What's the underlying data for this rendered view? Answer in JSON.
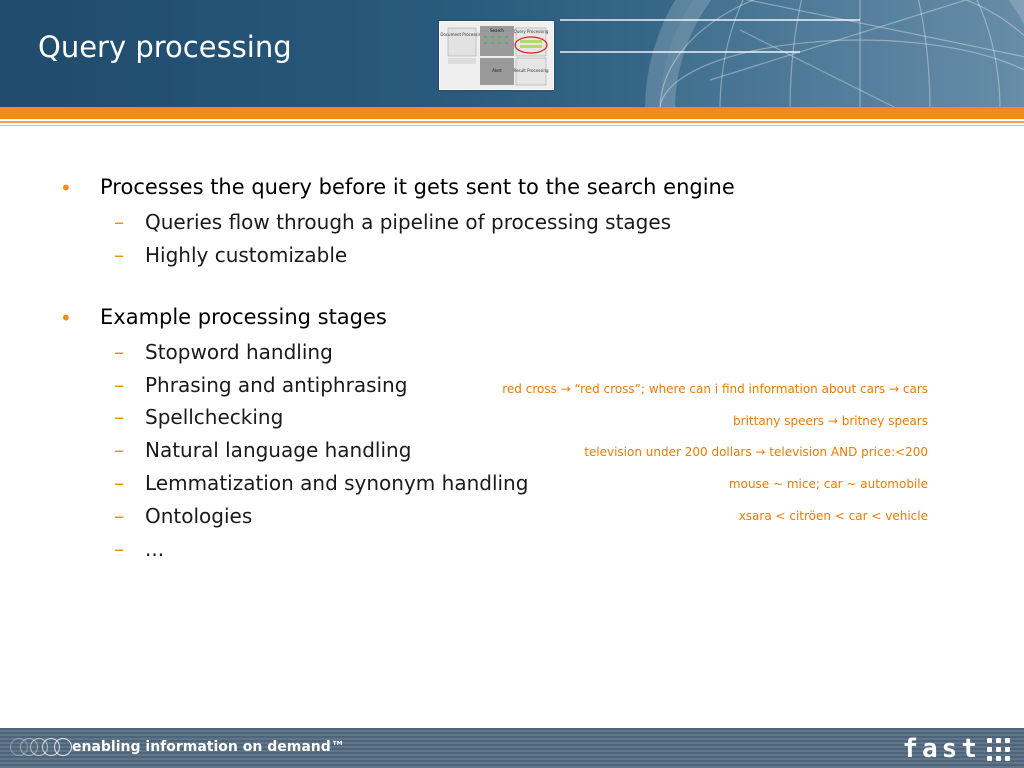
{
  "slide": {
    "title": "Query processing"
  },
  "bullets": [
    {
      "text": "Processes the query before it gets sent to the search engine",
      "sub": [
        "Queries flow through a pipeline of processing stages",
        "Highly customizable"
      ]
    },
    {
      "text": "Example processing stages",
      "sub": [
        "Stopword handling",
        "Phrasing and antiphrasing",
        "Spellchecking",
        "Natural language handling",
        "Lemmatization and synonym handling",
        "Ontologies",
        "..."
      ]
    }
  ],
  "examples": [
    "red cross → “red cross”; where can i find information about cars → cars",
    "brittany speers → britney spears",
    "television under 200 dollars → television AND price:<200",
    "mouse ~ mice; car ~ automobile",
    "xsara < citröen < car < vehicle"
  ],
  "thumbnail_labels": {
    "document_processing": "Document Processing",
    "search": "Search",
    "query_processing": "Query Processing",
    "result_processing": "Result Processing",
    "alert": "Alert"
  },
  "footer": {
    "tagline": "enabling information on demand™",
    "logo": "fast"
  },
  "colors": {
    "accent": "#f28a1c",
    "header_bg": "#2a5a7d",
    "example_text": "#f07a00"
  }
}
